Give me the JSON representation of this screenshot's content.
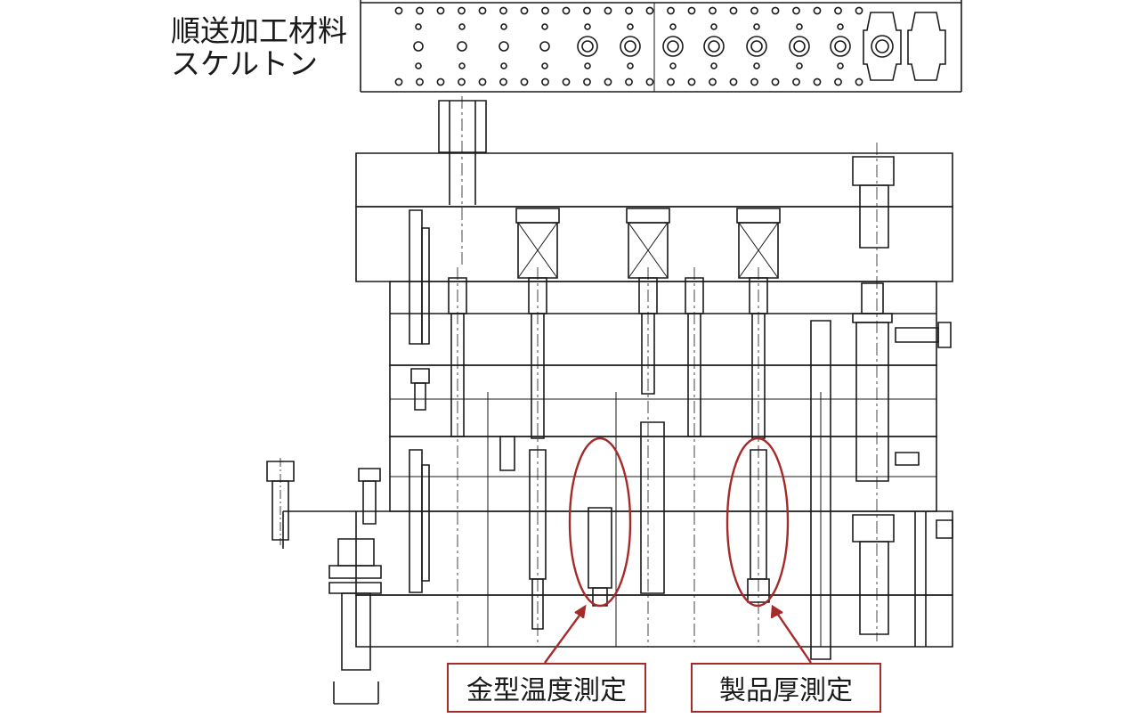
{
  "strip": {
    "label_line1": "順送加工材料",
    "label_line2": "スケルトン"
  },
  "callouts": {
    "mold_temp": "金型温度測定",
    "product_thickness": "製品厚測定"
  },
  "colors": {
    "line": "#1a1a1a",
    "callout": "#a52a2a",
    "background": "#ffffff"
  }
}
